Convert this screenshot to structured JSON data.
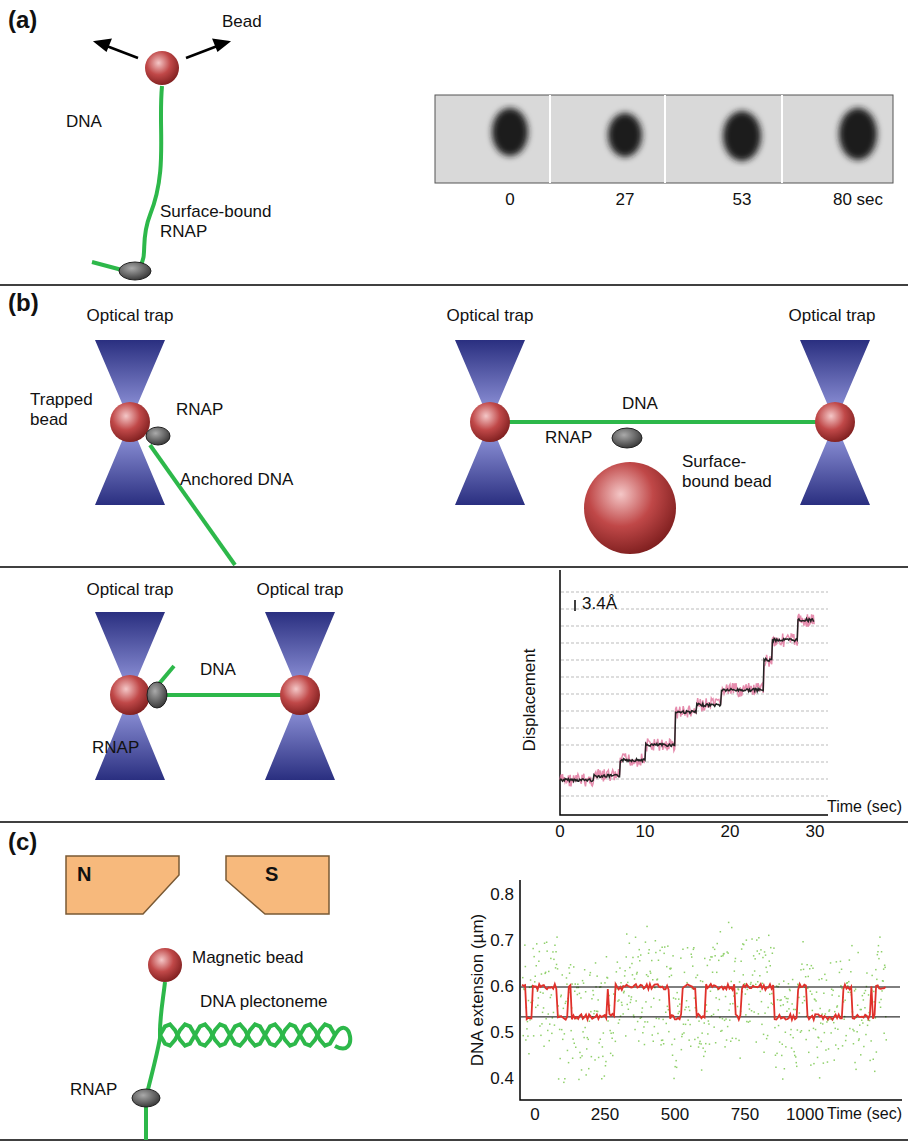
{
  "diagram": {
    "nodes": [
      {
        "text": [
          "N"
        ]
      },
      {
        "text": [
          "S"
        ]
      }
    ],
    "labels": [
      "(a)",
      "Bead",
      "DNA",
      "Surface-bound RNAP",
      "0",
      "27",
      "53",
      "80 sec",
      "(b)",
      "Optical trap",
      "Trapped bead",
      "RNAP",
      "Anchored DNA",
      "Optical trap",
      "Optical trap",
      "DNA",
      "RNAP",
      "Surface-bound bead",
      "Optical trap",
      "Optical trap",
      "DNA",
      "RNAP",
      "3.4Å",
      "Displacement",
      "0",
      "10",
      "20",
      "30",
      "Time (sec)",
      "(c)",
      "Magnetic bead",
      "DNA plectoneme",
      "RNAP",
      "DNA extension (µm)",
      "0.8",
      "0.7",
      "0.6",
      "0.5",
      "0.4",
      "0",
      "250",
      "500",
      "750",
      "1000",
      "Time (sec)"
    ]
  }
}
